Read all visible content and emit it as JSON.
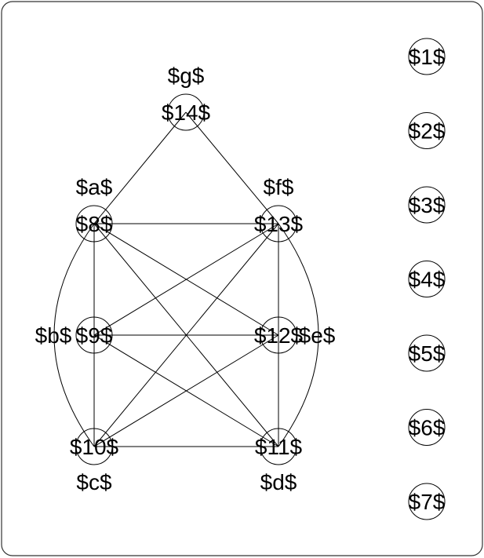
{
  "colors": {
    "background": "#ffffff",
    "stroke": "#000000",
    "frame": "#333333",
    "text": "#000000"
  },
  "nodes": [
    {
      "id": "n14",
      "label": "$14$",
      "tag": "$g$"
    },
    {
      "id": "n8",
      "label": "$8$",
      "tag": "$a$"
    },
    {
      "id": "n13",
      "label": "$13$",
      "tag": "$f$"
    },
    {
      "id": "n9",
      "label": "$9$",
      "tag": "$b$"
    },
    {
      "id": "n12",
      "label": "$12$",
      "tag": "$e$"
    },
    {
      "id": "n10",
      "label": "$10$",
      "tag": "$c$"
    },
    {
      "id": "n11",
      "label": "$11$",
      "tag": "$d$"
    }
  ],
  "isolated_nodes": [
    {
      "id": "n1",
      "label": "$1$"
    },
    {
      "id": "n2",
      "label": "$2$"
    },
    {
      "id": "n3",
      "label": "$3$"
    },
    {
      "id": "n4",
      "label": "$4$"
    },
    {
      "id": "n5",
      "label": "$5$"
    },
    {
      "id": "n6",
      "label": "$6$"
    },
    {
      "id": "n7",
      "label": "$7$"
    }
  ],
  "edges": [
    [
      "n14",
      "n8"
    ],
    [
      "n14",
      "n13"
    ],
    [
      "n8",
      "n13"
    ],
    [
      "n8",
      "n9"
    ],
    [
      "n8",
      "n12"
    ],
    [
      "n8",
      "n11"
    ],
    [
      "n8",
      "n10"
    ],
    [
      "n13",
      "n9"
    ],
    [
      "n13",
      "n10"
    ],
    [
      "n13",
      "n12"
    ],
    [
      "n13",
      "n11"
    ],
    [
      "n9",
      "n12"
    ],
    [
      "n9",
      "n11"
    ],
    [
      "n9",
      "n10"
    ],
    [
      "n12",
      "n10"
    ],
    [
      "n12",
      "n11"
    ],
    [
      "n10",
      "n11"
    ]
  ]
}
